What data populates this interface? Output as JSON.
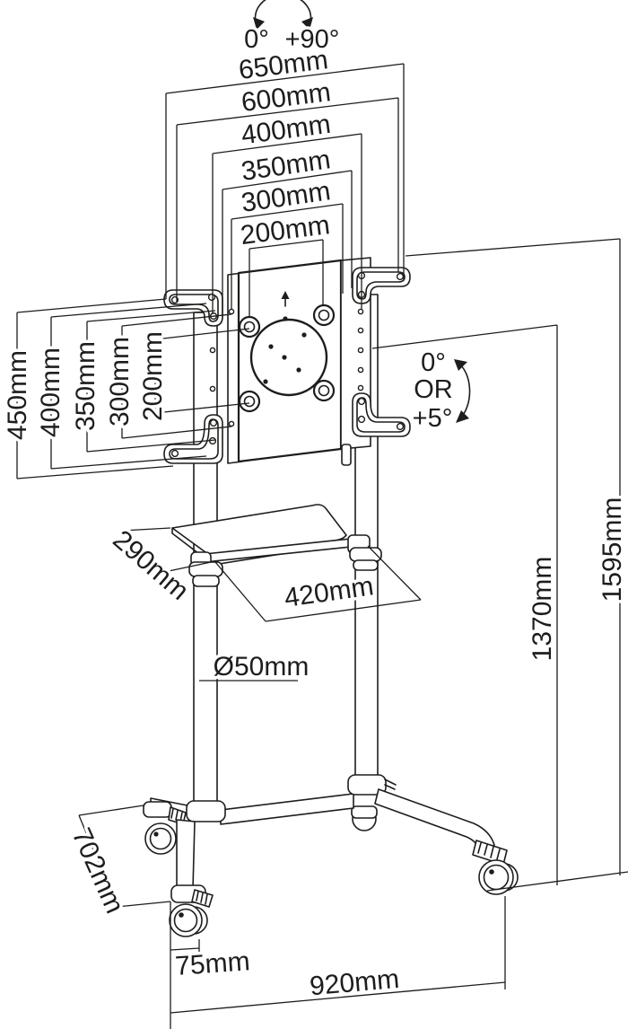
{
  "diagram_title": "TV trolley stand dimension drawing",
  "colors": {
    "line": "#1d1d1b",
    "background": "#ffffff"
  },
  "labels": {
    "rotation": {
      "zero": "0°",
      "plus90": "+90°"
    },
    "widths": [
      "650mm",
      "600mm",
      "400mm",
      "350mm",
      "300mm",
      "200mm"
    ],
    "heights_left": [
      "450mm",
      "400mm",
      "350mm",
      "300mm",
      "200mm"
    ],
    "tilt": {
      "zero": "0°",
      "or": "OR",
      "plus5": "+5°"
    },
    "shelf": {
      "depth": "290mm",
      "width": "420mm"
    },
    "pole": {
      "diameter": "Ø50mm"
    },
    "heights_right": {
      "total": "1595mm",
      "column": "1370mm"
    },
    "base": {
      "leg_length": "702mm",
      "caster_offset": "75mm",
      "width": "920mm"
    }
  }
}
